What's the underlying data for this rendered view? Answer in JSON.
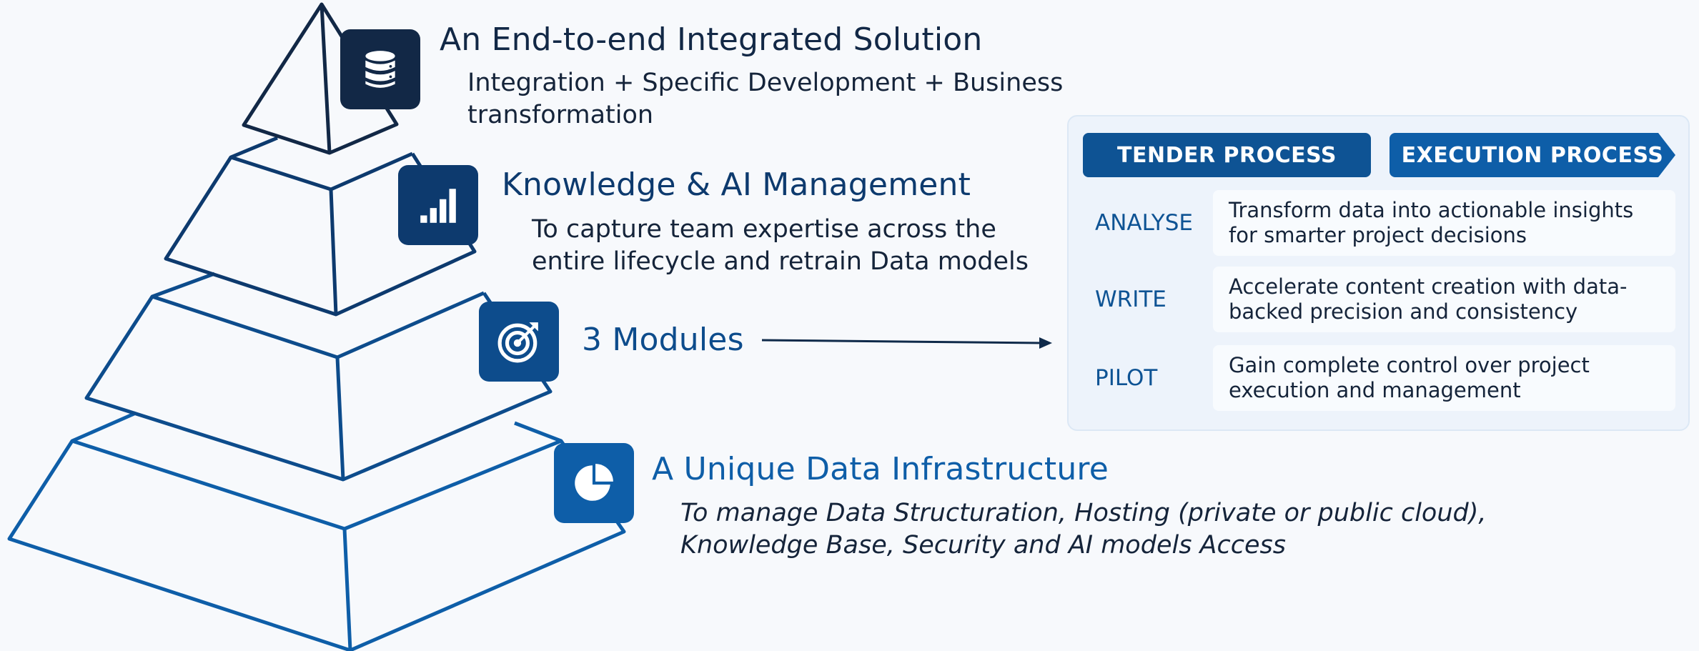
{
  "colors": {
    "background": "#f7f9fc",
    "layer1": "#122846",
    "layer2": "#0d3a6e",
    "layer3": "#0d4c8c",
    "layer4": "#0e5ea8",
    "tender": "#0e5394",
    "execution": "#0e5ea8",
    "panel": "#edf3fb"
  },
  "layers": [
    {
      "icon": "database-icon",
      "title": "An End-to-end Integrated Solution",
      "subtitle_line1": "Integration + Specific Development + Business",
      "subtitle_line2": "transformation"
    },
    {
      "icon": "bar-chart-icon",
      "title": "Knowledge & AI Management",
      "subtitle_line1": "To capture team expertise across the",
      "subtitle_line2": "entire lifecycle and retrain Data models"
    },
    {
      "icon": "target-icon",
      "title": "3 Modules"
    },
    {
      "icon": "pie-chart-icon",
      "title": "A Unique Data Infrastructure",
      "subtitle_line1": "To manage Data Structuration, Hosting (private or public cloud),",
      "subtitle_line2": "Knowledge Base, Security and AI models Access"
    }
  ],
  "modules_panel": {
    "tender_label": "TENDER PROCESS",
    "execution_label": "EXECUTION PROCESS",
    "rows": [
      {
        "label": "ANALYSE",
        "line1": "Transform data into actionable insights",
        "line2": "for smarter project decisions"
      },
      {
        "label": "WRITE",
        "line1": "Accelerate content creation with data-",
        "line2": "backed precision and consistency"
      },
      {
        "label": "PILOT",
        "line1": "Gain complete control over project",
        "line2": "execution and management"
      }
    ]
  }
}
